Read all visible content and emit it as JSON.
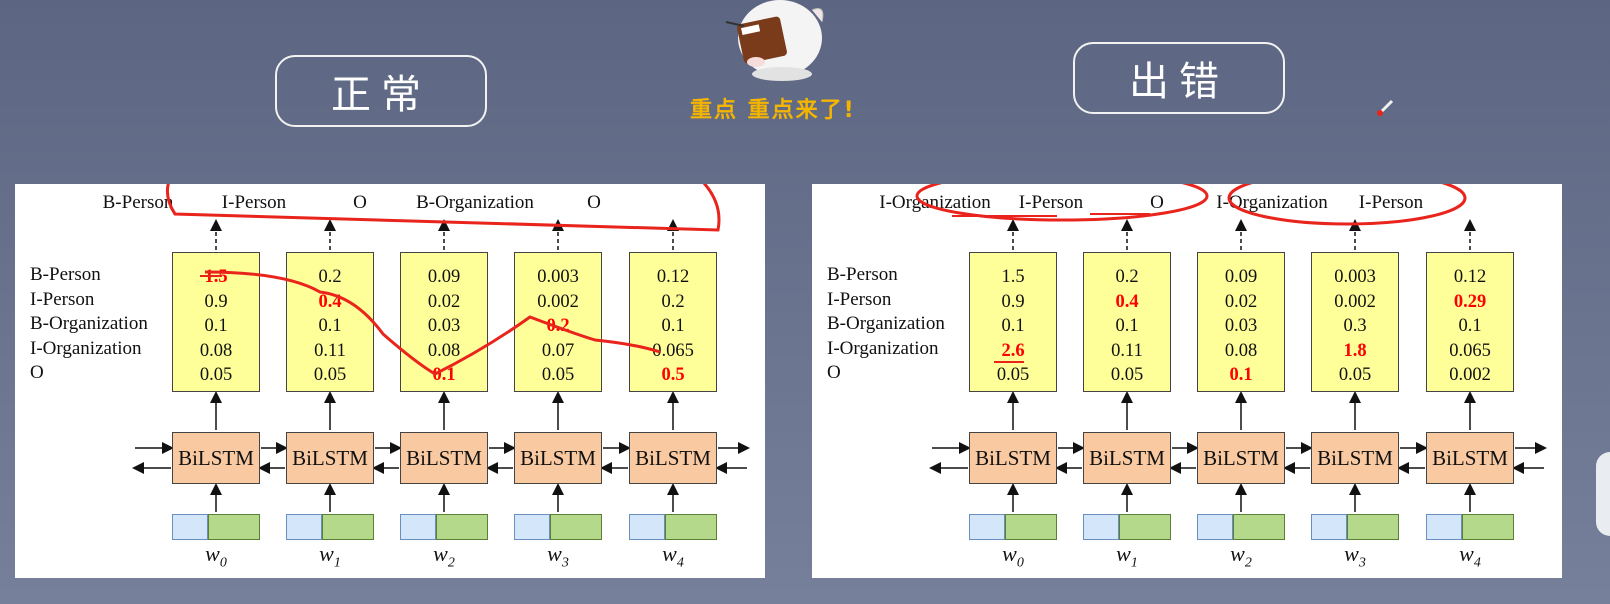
{
  "headers": {
    "left": "正常",
    "right": "出错"
  },
  "caption": "重点  重点来了!",
  "row_labels": [
    "B-Person",
    "I-Person",
    "B-Organization",
    "I-Organization",
    "O"
  ],
  "word_base": "w",
  "normal": {
    "tags": [
      "B-Person",
      "I-Person",
      "O",
      "B-Organization",
      "O"
    ],
    "scores": [
      [
        "1.5",
        "0.9",
        "0.1",
        "0.08",
        "0.05"
      ],
      [
        "0.2",
        "0.4",
        "0.1",
        "0.11",
        "0.05"
      ],
      [
        "0.09",
        "0.02",
        "0.03",
        "0.08",
        "0.1"
      ],
      [
        "0.003",
        "0.002",
        "0.2",
        "0.07",
        "0.05"
      ],
      [
        "0.12",
        "0.2",
        "0.1",
        "0.065",
        "0.5"
      ]
    ],
    "highlight_rows": [
      0,
      1,
      4,
      2,
      4
    ],
    "lstm_label": "BiLSTM",
    "words": [
      "0",
      "1",
      "2",
      "3",
      "4"
    ]
  },
  "error": {
    "tags": [
      "I-Organization",
      "I-Person",
      "O",
      "I-Organization",
      "I-Person"
    ],
    "scores": [
      [
        "1.5",
        "0.9",
        "0.1",
        "2.6",
        "0.05"
      ],
      [
        "0.2",
        "0.4",
        "0.1",
        "0.11",
        "0.05"
      ],
      [
        "0.09",
        "0.02",
        "0.03",
        "0.08",
        "0.1"
      ],
      [
        "0.003",
        "0.002",
        "0.3",
        "1.8",
        "0.05"
      ],
      [
        "0.12",
        "0.29",
        "0.1",
        "0.065",
        "0.002"
      ]
    ],
    "highlight_rows": [
      3,
      1,
      4,
      3,
      1
    ],
    "lstm_label": "BiLSTM",
    "words": [
      "0",
      "1",
      "2",
      "3",
      "4"
    ]
  },
  "colors": {
    "annotation_red": "#e8241c",
    "score_box": "#ffff99",
    "lstm_box": "#f9c9a1",
    "caption": "#f5b400"
  }
}
